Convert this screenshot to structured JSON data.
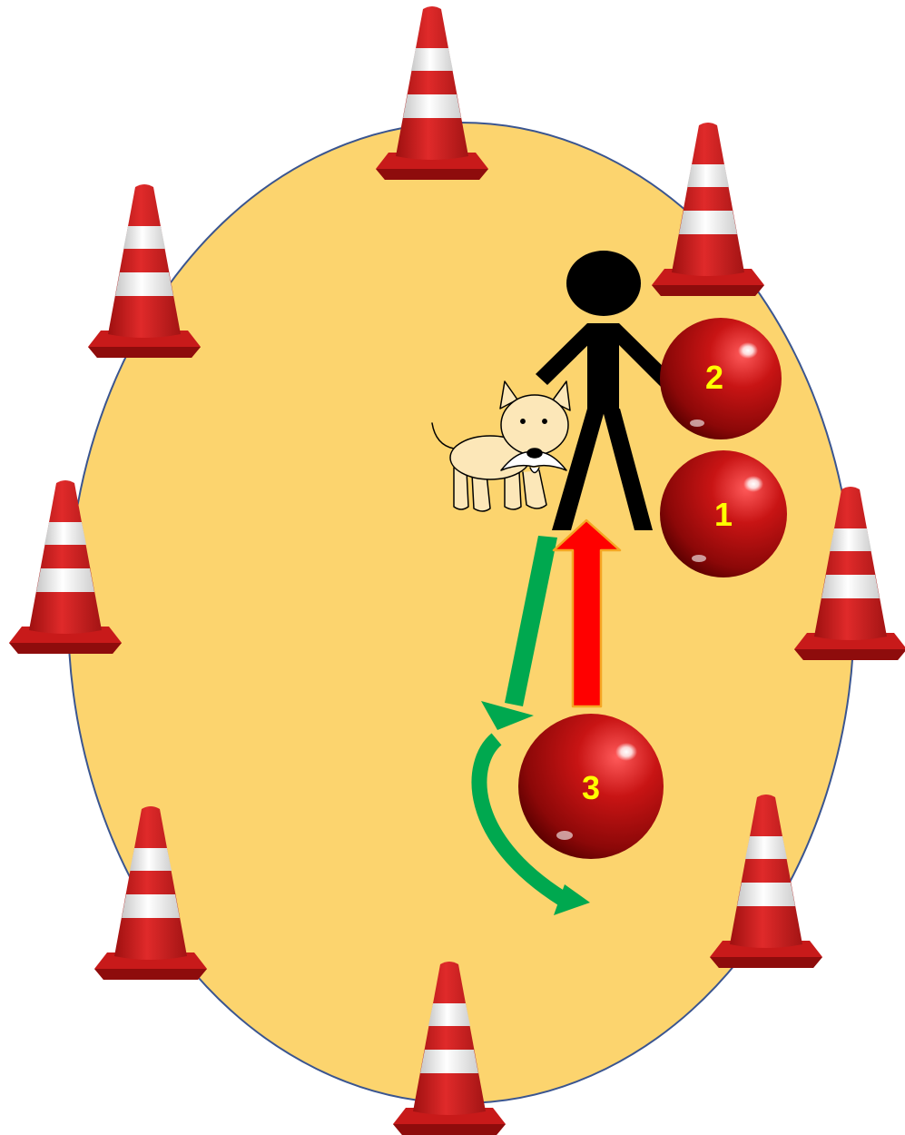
{
  "colors": {
    "field_fill": "#fcd46e",
    "field_stroke": "#3a5590",
    "cone_red": "#d81e1e",
    "cone_dark": "#9e1010",
    "cone_white": "#f2f2f2",
    "ball_red": "#b01010",
    "ball_label": "#ffff00",
    "person": "#000000",
    "dog_fill": "#fce7b8",
    "arrow_up": "#ff0000",
    "arrow_up_outline": "#f5a623",
    "arrow_path": "#00a84f"
  },
  "icons": {
    "cone": "traffic-cone-icon",
    "person": "stick-figure-person-icon",
    "dog": "cartoon-dog-icon",
    "ball": "red-ball-icon"
  },
  "balls": [
    {
      "id": "ball-1",
      "label": "1"
    },
    {
      "id": "ball-2",
      "label": "2"
    },
    {
      "id": "ball-3",
      "label": "3"
    }
  ]
}
